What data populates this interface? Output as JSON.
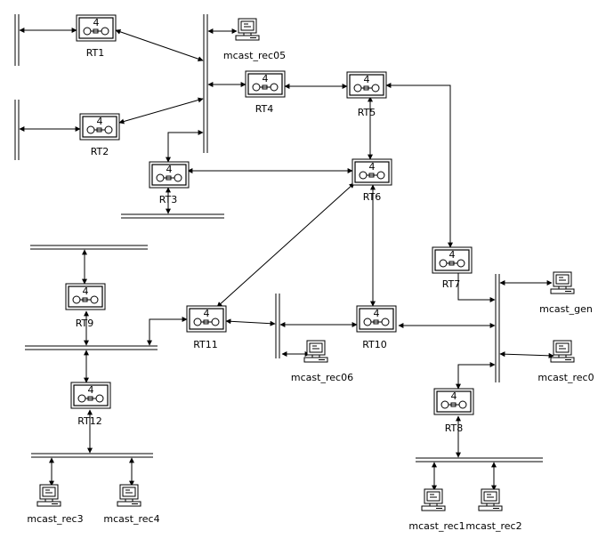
{
  "routers": [
    {
      "id": "RT1",
      "label": "RT1",
      "badge": "4"
    },
    {
      "id": "RT2",
      "label": "RT2",
      "badge": "4"
    },
    {
      "id": "RT3",
      "label": "RT3",
      "badge": "4"
    },
    {
      "id": "RT4",
      "label": "RT4",
      "badge": "4"
    },
    {
      "id": "RT5",
      "label": "RT5",
      "badge": "4"
    },
    {
      "id": "RT6",
      "label": "RT6",
      "badge": "4"
    },
    {
      "id": "RT7",
      "label": "RT7",
      "badge": "4"
    },
    {
      "id": "RT8",
      "label": "RT8",
      "badge": "4"
    },
    {
      "id": "RT9",
      "label": "RT9",
      "badge": "4"
    },
    {
      "id": "RT10",
      "label": "RT10",
      "badge": "4"
    },
    {
      "id": "RT11",
      "label": "RT11",
      "badge": "4"
    },
    {
      "id": "RT12",
      "label": "RT12",
      "badge": "4"
    }
  ],
  "hosts": [
    {
      "id": "mcast_rec05",
      "label": "mcast_rec05"
    },
    {
      "id": "mcast_gen",
      "label": "mcast_gen"
    },
    {
      "id": "mcast_rec0",
      "label": "mcast_rec0"
    },
    {
      "id": "mcast_rec06",
      "label": "mcast_rec06"
    },
    {
      "id": "mcast_rec3",
      "label": "mcast_rec3"
    },
    {
      "id": "mcast_rec4",
      "label": "mcast_rec4"
    },
    {
      "id": "mcast_rec1",
      "label": "mcast_rec1"
    },
    {
      "id": "mcast_rec2",
      "label": "mcast_rec2"
    }
  ],
  "links": [
    [
      "bus_left1",
      "RT1"
    ],
    [
      "RT1",
      "bus_main"
    ],
    [
      "bus_left2",
      "RT2"
    ],
    [
      "RT2",
      "bus_main"
    ],
    [
      "bus_main",
      "mcast_rec05"
    ],
    [
      "bus_main",
      "RT4"
    ],
    [
      "bus_main",
      "RT3"
    ],
    [
      "RT4",
      "RT5"
    ],
    [
      "RT5",
      "RT6"
    ],
    [
      "RT5",
      "RT7"
    ],
    [
      "RT3",
      "RT6"
    ],
    [
      "RT3",
      "bus_rt3"
    ],
    [
      "RT6",
      "RT11"
    ],
    [
      "RT6",
      "RT10"
    ],
    [
      "RT7",
      "bus_right"
    ],
    [
      "bus_right",
      "mcast_gen"
    ],
    [
      "bus_right",
      "mcast_rec0"
    ],
    [
      "bus_right",
      "RT10"
    ],
    [
      "bus_right",
      "RT8"
    ],
    [
      "RT10",
      "bus_mid"
    ],
    [
      "bus_mid",
      "mcast_rec06"
    ],
    [
      "bus_mid",
      "RT11"
    ],
    [
      "RT11",
      "bus_rt9"
    ],
    [
      "RT9",
      "bus_top_left"
    ],
    [
      "RT9",
      "bus_rt9"
    ],
    [
      "bus_rt9",
      "RT12"
    ],
    [
      "RT12",
      "bus_bottom_left"
    ],
    [
      "bus_bottom_left",
      "mcast_rec3"
    ],
    [
      "bus_bottom_left",
      "mcast_rec4"
    ],
    [
      "RT8",
      "bus_bottom_right"
    ],
    [
      "bus_bottom_right",
      "mcast_rec1"
    ],
    [
      "bus_bottom_right",
      "mcast_rec2"
    ]
  ]
}
